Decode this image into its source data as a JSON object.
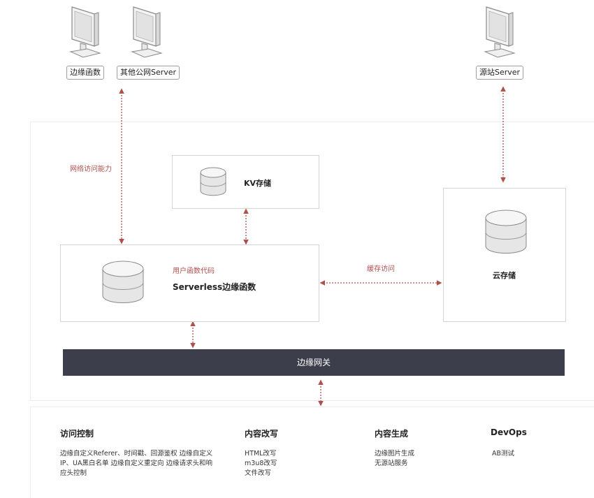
{
  "top": {
    "computer1_label": "边缘函数",
    "computer2_label": "其他公网Server",
    "computer3_label": "源站Server"
  },
  "edges": {
    "network_label": "网络访问能力",
    "cache_label": "缓存访问"
  },
  "nodes": {
    "kv_label": "KV存储",
    "serverless_subtitle": "用户函数代码",
    "serverless_label": "Serverless边缘函数",
    "cloud_label": "云存储",
    "gateway_label": "边缘网关"
  },
  "categories": [
    {
      "title": "访问控制",
      "lines": [
        "边缘自定义Referer、时间戳、回源鉴权 边缘自定义",
        "IP、UA黑白名单 边缘自定义重定向 边缘请求头和响",
        "应头控制"
      ]
    },
    {
      "title": "内容改写",
      "lines": [
        "HTML改写",
        "m3u8改写",
        "文件改写"
      ]
    },
    {
      "title": "内容生成",
      "lines": [
        "边缘图片生成",
        "无源站服务"
      ]
    },
    {
      "title": "DevOps",
      "lines": [
        "AB测试"
      ]
    }
  ],
  "colors": {
    "arrow": "#b0504c",
    "gateway_bg": "#3d3e4c",
    "accent_text": "#b0504c"
  }
}
